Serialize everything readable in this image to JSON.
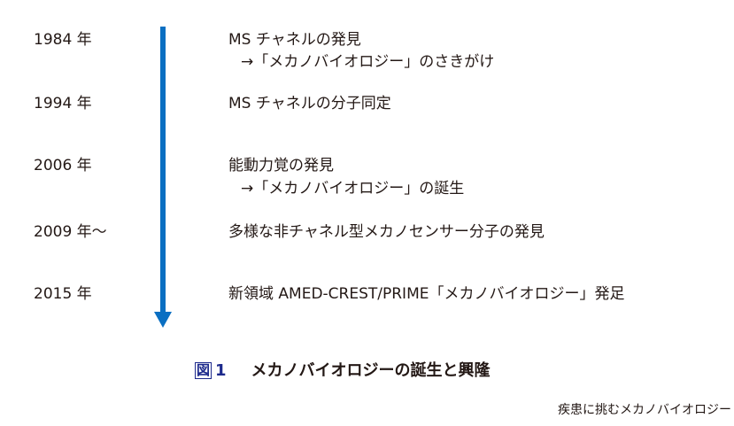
{
  "timeline": [
    {
      "year": "1984 年",
      "event": "MS チャネルの発見",
      "note": "→「メカノバイオロジー」のさきがけ"
    },
    {
      "year": "1994 年",
      "event": "MS チャネルの分子同定"
    },
    {
      "year": "2006 年",
      "event": "能動力覚の発見",
      "note": "→「メカノバイオロジー」の誕生"
    },
    {
      "year": "2009 年～",
      "event": "多様な非チャネル型メカノセンサー分子の発見"
    },
    {
      "year": "2015 年",
      "event": "新領域 AMED-CREST/PRIME「メカノバイオロジー」発足"
    }
  ],
  "caption": {
    "label": "図",
    "number": "1",
    "title": "メカノバイオロジーの誕生と興隆"
  },
  "footer": "疾患に挑むメカノバイオロジー",
  "colors": {
    "arrow": "#0a6fc2",
    "figure_label": "#1d2a8c"
  }
}
